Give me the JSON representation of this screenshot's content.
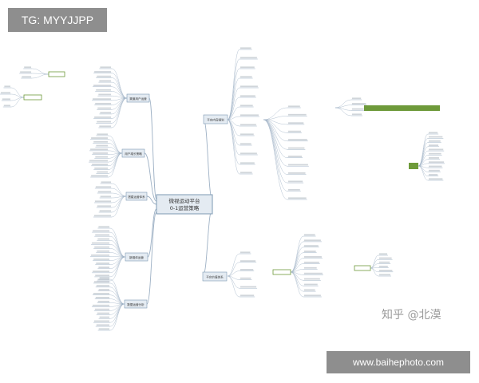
{
  "tag_label": "TG: MYYJJPP",
  "watermark": "知乎 @北漠",
  "site_label": "www.baihephoto.com",
  "mindmap": {
    "central_topic": [
      "微视运动平台",
      "0-1运营策略"
    ],
    "branches": [
      "平台内容规划",
      "平台价值体系",
      "渠道用户运营",
      "用户增长策略",
      "搭建运营体系",
      "新媒体运营",
      "数据运营分析"
    ]
  },
  "colors": {
    "accent": "#6e9a3a",
    "line": "#9db0c4",
    "box_border": "#7d9ab3",
    "box_fill": "#e4ebf2"
  }
}
